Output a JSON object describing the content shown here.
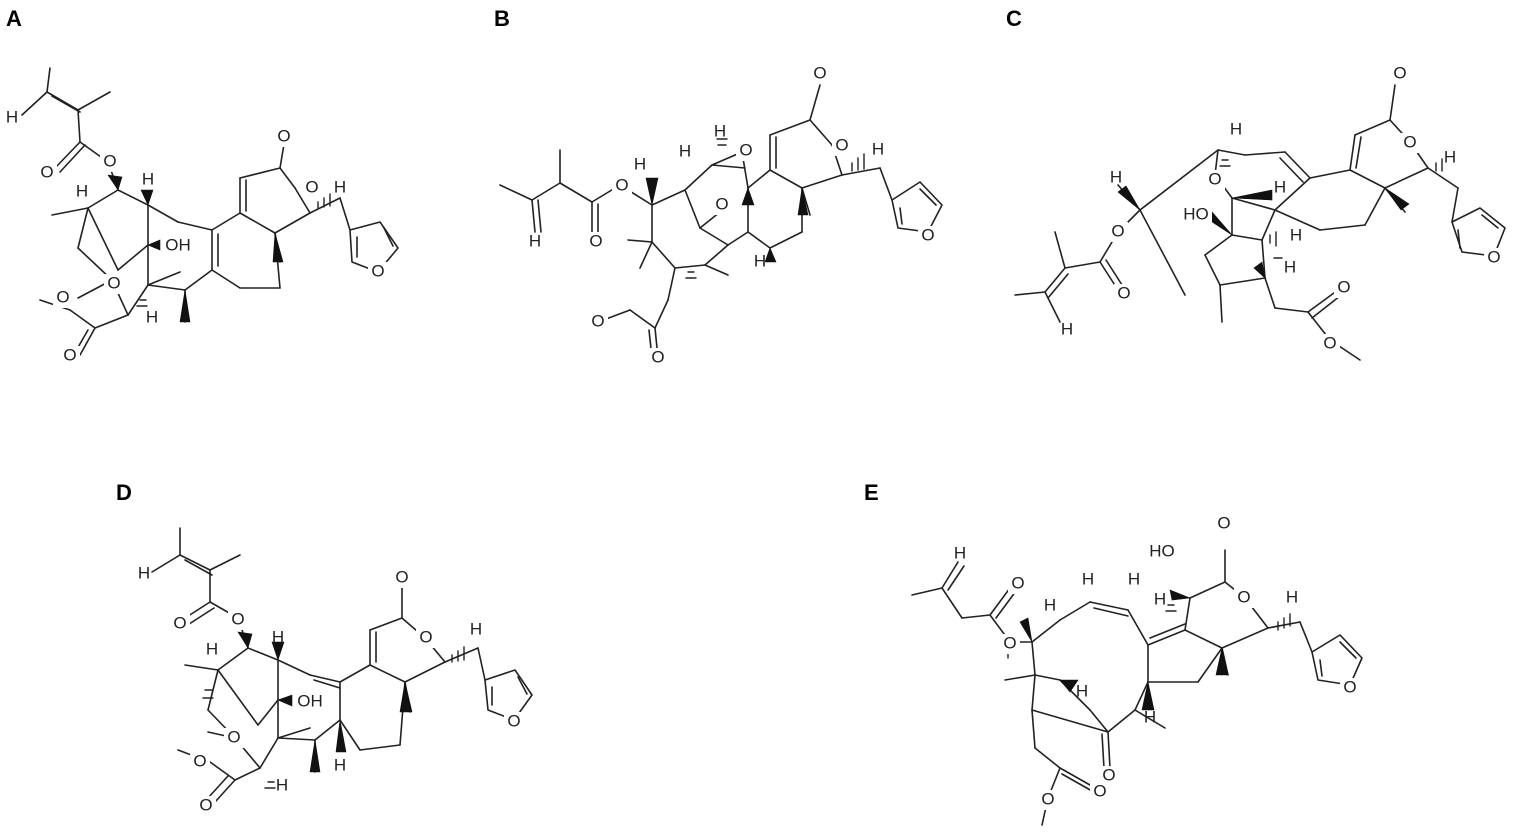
{
  "panels": [
    {
      "letter": "A",
      "atoms": {
        "o_ketone_top": "O",
        "o_ring_lactone": "O",
        "o_furan": "O",
        "o_ester_carbonyl": "O",
        "o_ester_link": "O",
        "o_ether_bridge": "O",
        "o_methyl_ester_link": "O",
        "o_methyl_ester_carbonyl": "O",
        "oh": "OH",
        "h_alkene": "H",
        "h_c1": "H",
        "h_c2": "H",
        "h_c3": "H",
        "h_c4": "H"
      }
    },
    {
      "letter": "B",
      "atoms": {
        "o_ketone_top": "O",
        "o_ring_lactone": "O",
        "o_epoxide": "O",
        "o_furan": "O",
        "o_ester_link": "O",
        "o_ester_carbonyl": "O",
        "o_bridge_ketone": "O",
        "o_methyl_ester_link": "O",
        "o_methyl_ester_carbonyl": "O",
        "h_alkene": "H",
        "h_c1": "H",
        "h_c2": "H",
        "h_c3": "H",
        "h_c4": "H",
        "h_c5": "H"
      }
    },
    {
      "letter": "C",
      "atoms": {
        "o_ketone_top": "O",
        "o_ring_lactone": "O",
        "o_furan": "O",
        "o_ether": "O",
        "o_ester_link": "O",
        "o_ester_carbonyl": "O",
        "o_methyl_ester_carbonyl": "O",
        "o_methyl_ester_link": "O",
        "oh": "HO",
        "h_alkene": "H",
        "h_c1": "H",
        "h_c2": "H",
        "h_c3": "H",
        "h_c4": "H",
        "h_c5": "H",
        "h_c6": "H"
      }
    },
    {
      "letter": "D",
      "atoms": {
        "o_ketone_top": "O",
        "o_ring_lactone": "O",
        "o_furan": "O",
        "o_ester_carbonyl": "O",
        "o_ester_link": "O",
        "o_ether_bridge": "O",
        "o_methyl_ester_link": "O",
        "o_methyl_ester_carbonyl": "O",
        "oh": "OH",
        "h_alkene": "H",
        "h_c1": "H",
        "h_c2": "H",
        "h_c3": "H",
        "h_c4": "H",
        "h_c5": "H"
      }
    },
    {
      "letter": "E",
      "atoms": {
        "o_ketone_top": "O",
        "o_ring_lactone": "O",
        "o_furan": "O",
        "o_ester_carbonyl": "O",
        "o_ester_link": "O",
        "o_bridge_ketone": "O",
        "o_methyl_ester_carbonyl": "O",
        "o_methyl_ester_link": "O",
        "oh": "HO",
        "h_alkene": "H",
        "h_c1": "H",
        "h_c2": "H",
        "h_c3": "H",
        "h_c4": "H",
        "h_c5": "H",
        "h_c6": "H",
        "h_c7": "H"
      }
    }
  ]
}
